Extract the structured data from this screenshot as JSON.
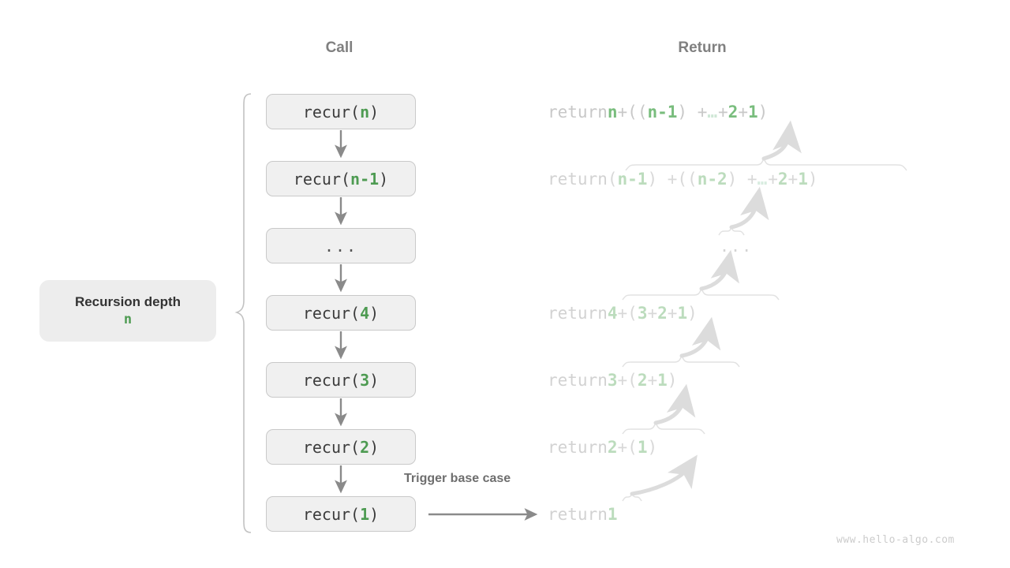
{
  "headers": {
    "call": "Call",
    "return": "Return"
  },
  "depth_card": {
    "title": "Recursion depth",
    "value": "n"
  },
  "trigger_label": "Trigger base case",
  "watermark": "www.hello-algo.com",
  "colors": {
    "green": "#4e9b52",
    "green_faded": "#bcdcbd",
    "gray_text": "#808080",
    "box_fill": "#f0f0f0",
    "box_border": "#c9c9c9",
    "arrow_gray": "#888888",
    "arrow_faded": "#d9d9d9",
    "card_fill": "#ededed"
  },
  "call_stack": [
    {
      "prefix": "recur(",
      "arg": "n",
      "suffix": ")",
      "dots": false
    },
    {
      "prefix": "recur(",
      "arg": "n-1",
      "suffix": ")",
      "dots": false
    },
    {
      "prefix": "",
      "arg": "",
      "suffix": "",
      "dots": true,
      "dots_text": "..."
    },
    {
      "prefix": "recur(",
      "arg": "4",
      "suffix": ")",
      "dots": false
    },
    {
      "prefix": "recur(",
      "arg": "3",
      "suffix": ")",
      "dots": false
    },
    {
      "prefix": "recur(",
      "arg": "2",
      "suffix": ")",
      "dots": false
    },
    {
      "prefix": "recur(",
      "arg": "1",
      "suffix": ")",
      "dots": false
    }
  ],
  "returns": [
    {
      "keyword": "return ",
      "parts": [
        {
          "t": "n",
          "k": "gr"
        },
        {
          "t": " + ",
          "k": "punct"
        },
        {
          "t": "((",
          "k": "punct"
        },
        {
          "t": "n-1",
          "k": "gr"
        },
        {
          "t": ") + ",
          "k": "punct"
        },
        {
          "t": "…",
          "k": "sm-dots"
        },
        {
          "t": " + ",
          "k": "punct"
        },
        {
          "t": "2",
          "k": "gr"
        },
        {
          "t": " + ",
          "k": "punct"
        },
        {
          "t": "1",
          "k": "gr"
        },
        {
          "t": ")",
          "k": "punct"
        }
      ]
    },
    {
      "keyword": "return ",
      "parts": [
        {
          "t": "(",
          "k": "punct"
        },
        {
          "t": "n-1",
          "k": "gr"
        },
        {
          "t": ") + ",
          "k": "punct"
        },
        {
          "t": "((",
          "k": "punct"
        },
        {
          "t": "n-2",
          "k": "gr"
        },
        {
          "t": ") + ",
          "k": "punct"
        },
        {
          "t": "…",
          "k": "sm-dots"
        },
        {
          "t": " + ",
          "k": "punct"
        },
        {
          "t": "2",
          "k": "gr"
        },
        {
          "t": " + ",
          "k": "punct"
        },
        {
          "t": "1",
          "k": "gr"
        },
        {
          "t": ")",
          "k": "punct"
        }
      ]
    },
    {
      "keyword": "return ",
      "parts": [
        {
          "t": "4",
          "k": "gr"
        },
        {
          "t": " + ",
          "k": "punct"
        },
        {
          "t": "(",
          "k": "punct"
        },
        {
          "t": "3",
          "k": "gr"
        },
        {
          "t": " + ",
          "k": "punct"
        },
        {
          "t": "2",
          "k": "gr"
        },
        {
          "t": " + ",
          "k": "punct"
        },
        {
          "t": "1",
          "k": "gr"
        },
        {
          "t": ")",
          "k": "punct"
        }
      ]
    },
    {
      "keyword": "return ",
      "parts": [
        {
          "t": "3",
          "k": "gr"
        },
        {
          "t": " + ",
          "k": "punct"
        },
        {
          "t": "(",
          "k": "punct"
        },
        {
          "t": "2",
          "k": "gr"
        },
        {
          "t": " + ",
          "k": "punct"
        },
        {
          "t": "1",
          "k": "gr"
        },
        {
          "t": ")",
          "k": "punct"
        }
      ]
    },
    {
      "keyword": "return ",
      "parts": [
        {
          "t": "2",
          "k": "gr"
        },
        {
          "t": " + ",
          "k": "punct"
        },
        {
          "t": "(",
          "k": "punct"
        },
        {
          "t": "1",
          "k": "gr"
        },
        {
          "t": ")",
          "k": "punct"
        }
      ]
    },
    {
      "keyword": "return ",
      "parts": [
        {
          "t": "1",
          "k": "gr"
        }
      ]
    }
  ],
  "return_ellipsis": "..."
}
